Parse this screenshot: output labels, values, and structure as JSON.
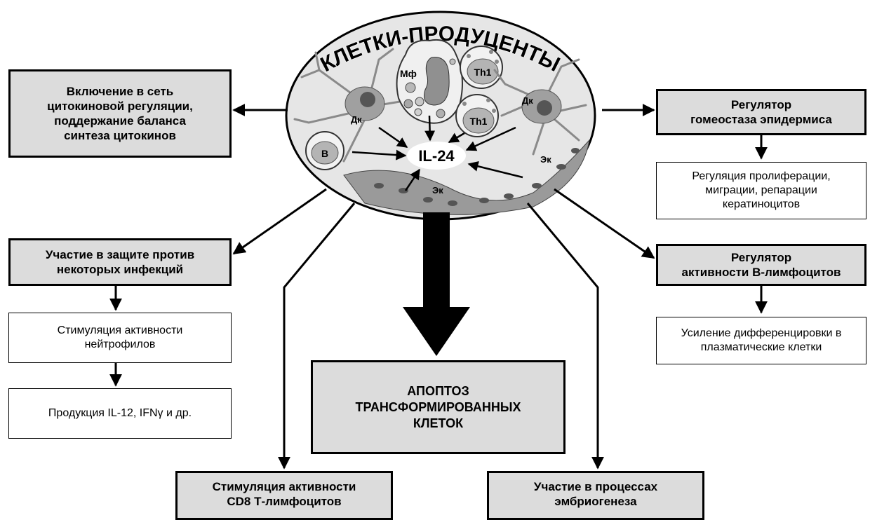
{
  "center": {
    "title": "КЛЕТКИ-ПРОДУЦЕНТЫ",
    "cytokine": "IL-24",
    "cells": {
      "dc_left": "Дк",
      "dc_right": "Дк",
      "macrophage": "Мф",
      "th1_top": "Th1",
      "th1_mid": "Th1",
      "b_cell": "B",
      "ec_bottom": "Эк",
      "ec_right": "Эк"
    }
  },
  "boxes": {
    "cytokine_network": [
      "Включение в сеть",
      "цитокиновой регуляции,",
      "поддержание баланса",
      "синтеза цитокинов"
    ],
    "infection_defense": [
      "Участие в защите против",
      "некоторых инфекций"
    ],
    "neutrophil_activity": [
      "Стимуляция активности",
      "нейтрофилов"
    ],
    "il12_production": [
      "Продукция IL-12, IFNγ и др."
    ],
    "apoptosis": [
      "АПОПТОЗ",
      "ТРАНСФОРМИРОВАННЫХ",
      "КЛЕТОК"
    ],
    "cd8_stimulation": [
      "Стимуляция активности",
      "CD8 Т-лимфоцитов"
    ],
    "embryogenesis": [
      "Участие в процессах",
      "эмбриогенеза"
    ],
    "epidermis_regulator": [
      "Регулятор",
      "гомеостаза эпидермиса"
    ],
    "keratinocyte_regulation": [
      "Регуляция пролиферации,",
      "миграции, репарации",
      "кератиноцитов"
    ],
    "b_lymphocyte_regulator": [
      "Регулятор",
      "активности В-лимфоцитов"
    ],
    "plasma_differentiation": [
      "Усиление дифференцировки в",
      "плазматические клетки"
    ]
  }
}
